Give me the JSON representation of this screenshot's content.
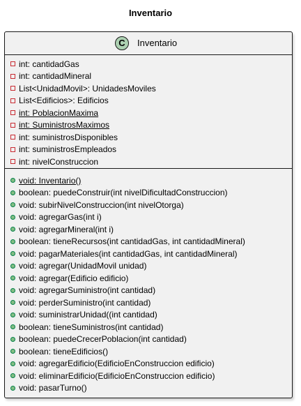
{
  "title": "Inventario",
  "class": {
    "stereotype_letter": "C",
    "name": "Inventario",
    "colors": {
      "badge": "#add1b2",
      "box_fill": "#f1f1f1",
      "border": "#181818",
      "private_marker": "#c82930",
      "public_marker": "#84be84"
    },
    "fields": [
      {
        "text": "int: cantidadGas",
        "visibility": "private",
        "static": false
      },
      {
        "text": "int: cantidadMineral",
        "visibility": "private",
        "static": false
      },
      {
        "text": "List<UnidadMovil>: UnidadesMoviles",
        "visibility": "private",
        "static": false
      },
      {
        "text": "List<Edificios>: Edificios",
        "visibility": "private",
        "static": false
      },
      {
        "text": "int: PoblacionMaxima",
        "visibility": "private",
        "static": true
      },
      {
        "text": "int: SuministrosMaximos",
        "visibility": "private",
        "static": true
      },
      {
        "text": "int: suministrosDisponibles",
        "visibility": "private",
        "static": false
      },
      {
        "text": "int: suministrosEmpleados",
        "visibility": "private",
        "static": false
      },
      {
        "text": "int: nivelConstruccion",
        "visibility": "private",
        "static": false
      }
    ],
    "methods": [
      {
        "text": "void: Inventario()",
        "visibility": "public",
        "static": true
      },
      {
        "text": "boolean: puedeConstruir(int nivelDificultadConstruccion)",
        "visibility": "public",
        "static": false
      },
      {
        "text": "void: subirNivelConstruccion(int nivelOtorga)",
        "visibility": "public",
        "static": false
      },
      {
        "text": "void: agregarGas(int i)",
        "visibility": "public",
        "static": false
      },
      {
        "text": "void: agregarMineral(int i)",
        "visibility": "public",
        "static": false
      },
      {
        "text": "boolean: tieneRecursos(int cantidadGas, int cantidadMineral)",
        "visibility": "public",
        "static": false
      },
      {
        "text": "void: pagarMateriales(int cantidadGas, int cantidadMineral)",
        "visibility": "public",
        "static": false
      },
      {
        "text": "void: agregar(UnidadMovil unidad)",
        "visibility": "public",
        "static": false
      },
      {
        "text": "void: agregar(Edificio edificio)",
        "visibility": "public",
        "static": false
      },
      {
        "text": "void: agregarSuministro(int cantidad)",
        "visibility": "public",
        "static": false
      },
      {
        "text": "void: perderSuministro(int cantidad)",
        "visibility": "public",
        "static": false
      },
      {
        "text": "void: suministrarUnidad((int cantidad)",
        "visibility": "public",
        "static": false
      },
      {
        "text": "boolean: tieneSuministros(int cantidad)",
        "visibility": "public",
        "static": false
      },
      {
        "text": "boolean: puedeCrecerPoblacion(int cantidad)",
        "visibility": "public",
        "static": false
      },
      {
        "text": "boolean: tieneEdificios()",
        "visibility": "public",
        "static": false
      },
      {
        "text": "void: agregarEdificio(EdificioEnConstruccion edificio)",
        "visibility": "public",
        "static": false
      },
      {
        "text": "void: eliminarEdificio(EdificioEnConstruccion edificio)",
        "visibility": "public",
        "static": false
      },
      {
        "text": "void: pasarTurno()",
        "visibility": "public",
        "static": false
      }
    ]
  }
}
